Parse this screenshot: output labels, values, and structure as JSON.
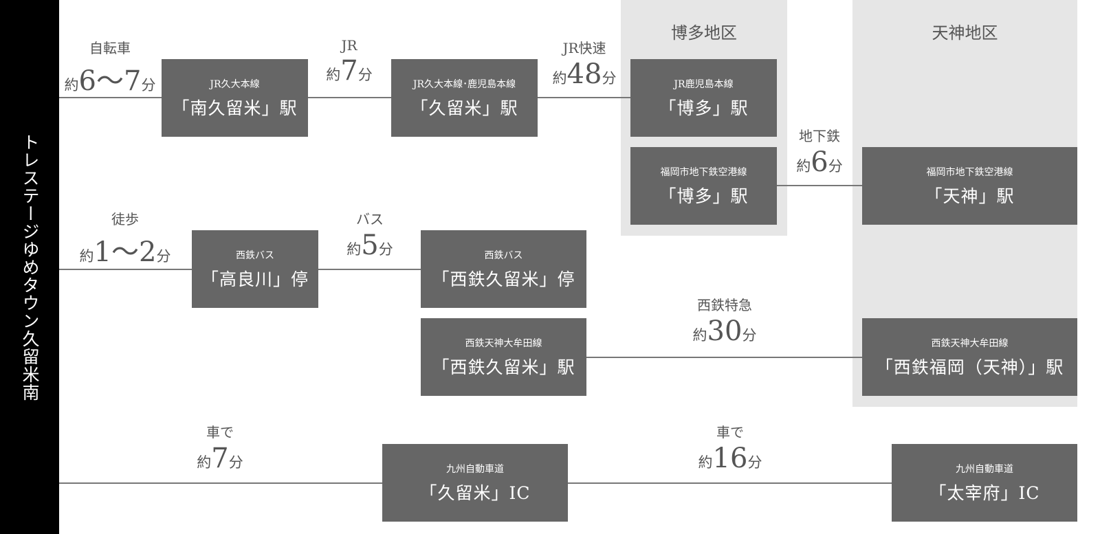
{
  "origin": "トレステージゆめタウン久留米南",
  "areas": {
    "hakata": "博多地区",
    "tenjin": "天神地区"
  },
  "stations": [
    {
      "line": "JR久大本線",
      "name": "「南久留米」駅"
    },
    {
      "line": "JR久大本線･鹿児島本線",
      "name": "「久留米」駅"
    },
    {
      "line": "JR鹿児島本線",
      "name": "「博多」駅"
    },
    {
      "line": "福岡市地下鉄空港線",
      "name": "「博多」駅"
    },
    {
      "line": "福岡市地下鉄空港線",
      "name": "「天神」駅"
    },
    {
      "line": "西鉄バス",
      "name": "「高良川」停"
    },
    {
      "line": "西鉄バス",
      "name": "「西鉄久留米」停"
    },
    {
      "line": "西鉄天神大牟田線",
      "name": "「西鉄久留米」駅"
    },
    {
      "line": "西鉄天神大牟田線",
      "name": "「西鉄福岡（天神）」駅"
    },
    {
      "line": "九州自動車道",
      "name": "「久留米」IC"
    },
    {
      "line": "九州自動車道",
      "name": "「太宰府」IC"
    }
  ],
  "legs": [
    {
      "mode": "自転車",
      "pre": "約",
      "num": "6～7",
      "unit": "分"
    },
    {
      "mode": "JR",
      "pre": "約",
      "num": "7",
      "unit": "分"
    },
    {
      "mode": "JR快速",
      "pre": "約",
      "num": "48",
      "unit": "分"
    },
    {
      "mode": "地下鉄",
      "pre": "約",
      "num": "6",
      "unit": "分"
    },
    {
      "mode": "徒歩",
      "pre": "約",
      "num": "1～2",
      "unit": "分"
    },
    {
      "mode": "バス",
      "pre": "約",
      "num": "5",
      "unit": "分"
    },
    {
      "mode": "西鉄特急",
      "pre": "約",
      "num": "30",
      "unit": "分"
    },
    {
      "mode": "車で",
      "pre": "約",
      "num": "7",
      "unit": "分"
    },
    {
      "mode": "車で",
      "pre": "約",
      "num": "16",
      "unit": "分"
    }
  ]
}
